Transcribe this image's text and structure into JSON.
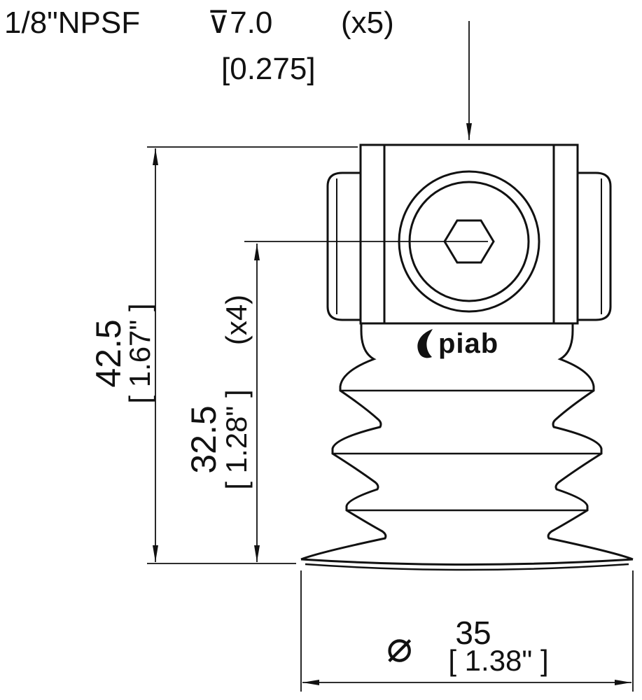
{
  "annotations": {
    "thread": "1/8\"NPSF",
    "depth": "⊽7.0",
    "count": "(x5)",
    "depth_in": "[0.275]"
  },
  "logo": {
    "text": "piab"
  },
  "dims": {
    "height_mm": "42.5",
    "height_in": "[ 1.67\" ]",
    "inner_mm": "32.5",
    "inner_in": "[ 1.28\" ]",
    "inner_count": "(x4)",
    "dia_symbol": "⌀",
    "dia_mm": "35",
    "dia_in": "[ 1.38\" ]"
  },
  "colors": {
    "line": "#111111",
    "bg": "#ffffff"
  }
}
